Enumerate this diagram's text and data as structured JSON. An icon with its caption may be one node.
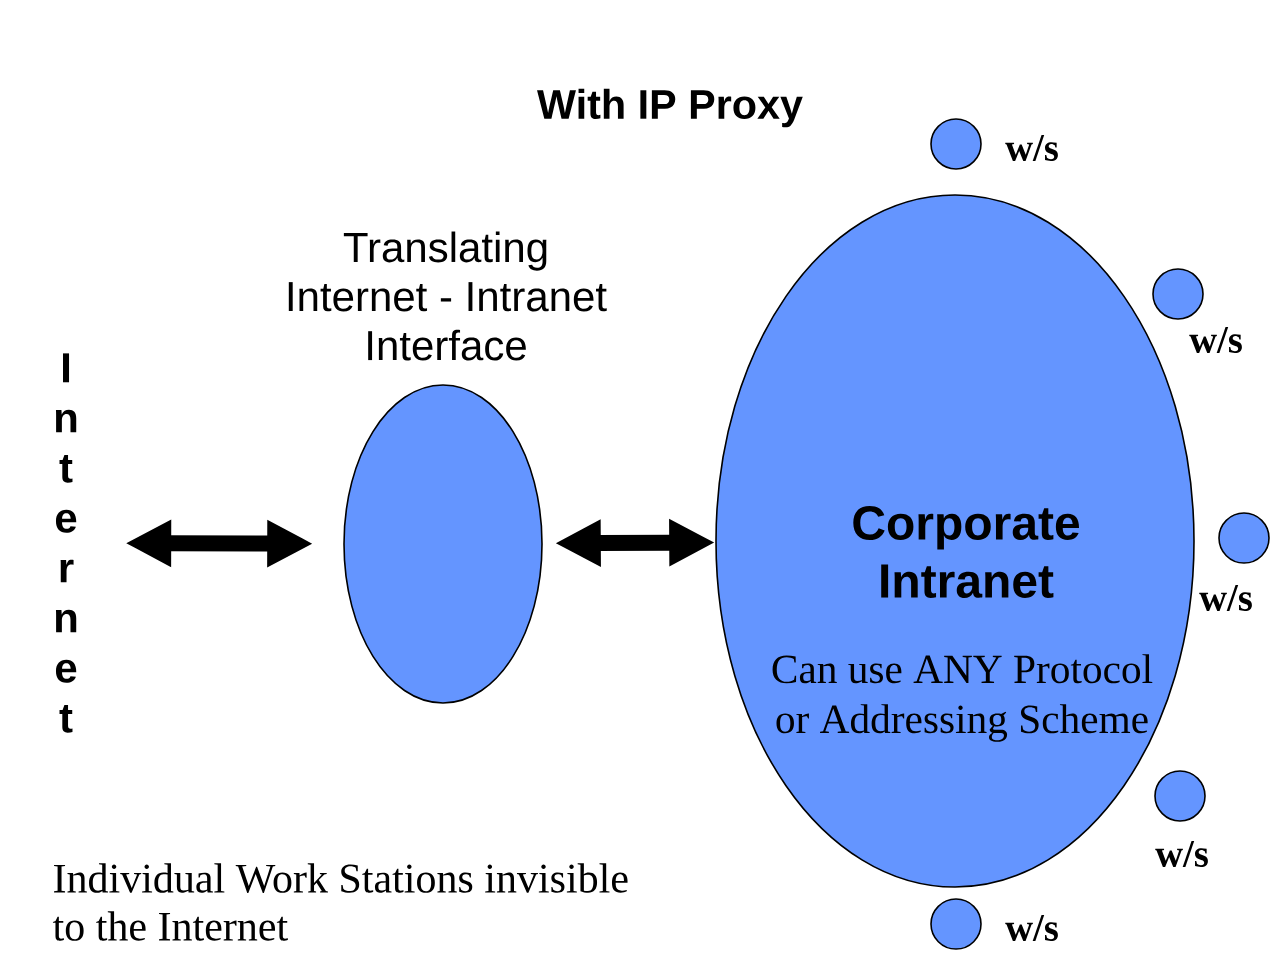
{
  "diagram": {
    "title": "With IP Proxy",
    "nodes": [
      {
        "text": [
          "Internet"
        ]
      },
      {
        "text": [
          "Translating Internet - Intranet Interface"
        ]
      },
      {
        "text": [
          "Corporate Intranet",
          "Can use ANY Protocol or Addressing Scheme"
        ]
      },
      {
        "text": [],
        "shape": "circle",
        "beside": [
          "w/s"
        ]
      },
      {
        "text": [],
        "shape": "circle",
        "beside": [
          "w/s"
        ]
      },
      {
        "text": [],
        "shape": "circle",
        "beside": [
          "w/s"
        ]
      },
      {
        "text": [],
        "shape": "circle",
        "beside": [
          "w/s"
        ]
      },
      {
        "text": [],
        "shape": "circle",
        "beside": [
          "w/s"
        ]
      }
    ],
    "edges": [
      {
        "from": 0,
        "to": 1,
        "arrow": "both"
      },
      {
        "from": 1,
        "to": 2,
        "arrow": "both"
      }
    ],
    "labels": [
      "Individual Work Stations invisible to the Internet"
    ]
  }
}
